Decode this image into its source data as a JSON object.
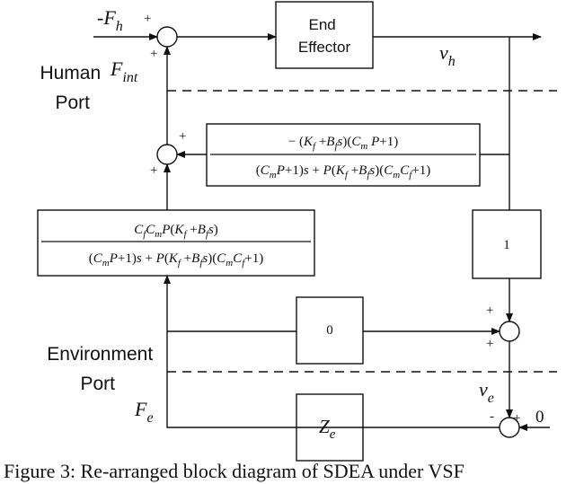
{
  "diagram": {
    "ports": {
      "human": [
        "Human",
        "Port"
      ],
      "environment": [
        "Environment",
        "Port"
      ]
    },
    "signals": {
      "neg_fh": {
        "base": "-F",
        "sub": "h"
      },
      "fint": {
        "base": "F",
        "sub": "int"
      },
      "vh": {
        "base": "v",
        "sub": "h"
      },
      "ve": {
        "base": "v",
        "sub": "e"
      },
      "fe": {
        "base": "F",
        "sub": "e"
      },
      "zero_input": "0"
    },
    "blocks": {
      "end_effector": [
        "End",
        "Effector"
      ],
      "unity_gain": "1",
      "zero_gain": "0",
      "ze": {
        "base": "Z",
        "sub": "e"
      }
    },
    "transfer_functions": {
      "feedback": {
        "numerator": [
          {
            "t": "− (",
            "i": false
          },
          {
            "t": "K",
            "i": true
          },
          {
            "t": "f",
            "i": true,
            "sub": true
          },
          {
            "t": " +",
            "i": false
          },
          {
            "t": "B",
            "i": true
          },
          {
            "t": "f",
            "i": true,
            "sub": true
          },
          {
            "t": "s",
            "i": true
          },
          {
            "t": ")(",
            "i": false
          },
          {
            "t": "C",
            "i": true
          },
          {
            "t": "m",
            "i": true,
            "sub": true
          },
          {
            "t": " P",
            "i": true
          },
          {
            "t": "+1)",
            "i": false
          }
        ],
        "denominator": [
          {
            "t": "(",
            "i": false
          },
          {
            "t": "C",
            "i": true
          },
          {
            "t": "m",
            "i": true,
            "sub": true
          },
          {
            "t": "P",
            "i": true
          },
          {
            "t": "+1)",
            "i": false
          },
          {
            "t": "s",
            "i": true
          },
          {
            "t": " + ",
            "i": false
          },
          {
            "t": "P",
            "i": true
          },
          {
            "t": "(",
            "i": false
          },
          {
            "t": "K",
            "i": true
          },
          {
            "t": "f",
            "i": true,
            "sub": true
          },
          {
            "t": " +",
            "i": false
          },
          {
            "t": "B",
            "i": true
          },
          {
            "t": "f",
            "i": true,
            "sub": true
          },
          {
            "t": "s",
            "i": true
          },
          {
            "t": ")(",
            "i": false
          },
          {
            "t": "C",
            "i": true
          },
          {
            "t": "m",
            "i": true,
            "sub": true
          },
          {
            "t": "C",
            "i": true
          },
          {
            "t": "f",
            "i": true,
            "sub": true
          },
          {
            "t": "+1)",
            "i": false
          }
        ]
      },
      "forward": {
        "numerator": [
          {
            "t": "C",
            "i": true
          },
          {
            "t": "f",
            "i": true,
            "sub": true
          },
          {
            "t": "C",
            "i": true
          },
          {
            "t": "m",
            "i": true,
            "sub": true
          },
          {
            "t": "P",
            "i": true
          },
          {
            "t": "(",
            "i": false
          },
          {
            "t": "K",
            "i": true
          },
          {
            "t": "f",
            "i": true,
            "sub": true
          },
          {
            "t": " +",
            "i": false
          },
          {
            "t": "B",
            "i": true
          },
          {
            "t": "f",
            "i": true,
            "sub": true
          },
          {
            "t": "s",
            "i": true
          },
          {
            "t": ")",
            "i": false
          }
        ],
        "denominator": [
          {
            "t": "(",
            "i": false
          },
          {
            "t": "C",
            "i": true
          },
          {
            "t": "m",
            "i": true,
            "sub": true
          },
          {
            "t": "P",
            "i": true
          },
          {
            "t": "+1)",
            "i": false
          },
          {
            "t": "s",
            "i": true
          },
          {
            "t": " + ",
            "i": false
          },
          {
            "t": "P",
            "i": true
          },
          {
            "t": "(",
            "i": false
          },
          {
            "t": "K",
            "i": true
          },
          {
            "t": "f",
            "i": true,
            "sub": true
          },
          {
            "t": " +",
            "i": false
          },
          {
            "t": "B",
            "i": true
          },
          {
            "t": "f",
            "i": true,
            "sub": true
          },
          {
            "t": "s",
            "i": true
          },
          {
            "t": ")(",
            "i": false
          },
          {
            "t": "C",
            "i": true
          },
          {
            "t": "m",
            "i": true,
            "sub": true
          },
          {
            "t": "C",
            "i": true
          },
          {
            "t": "f",
            "i": true,
            "sub": true
          },
          {
            "t": "+1)",
            "i": false
          }
        ]
      }
    },
    "signs": {
      "plus": "+",
      "minus": "-"
    },
    "caption": "Figure 3: Re-arranged block diagram of SDEA under VSF"
  }
}
